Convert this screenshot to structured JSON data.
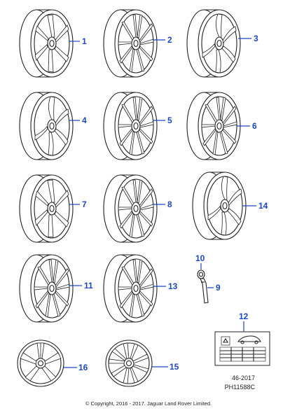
{
  "callouts": {
    "w1": "1",
    "w2": "2",
    "w3": "3",
    "w4": "4",
    "w5": "5",
    "w6": "6",
    "w7": "7",
    "w8": "8",
    "w14": "14",
    "w10": "10",
    "w9": "9",
    "w11": "11",
    "w13": "13",
    "w12": "12",
    "w16": "16",
    "w15": "15"
  },
  "footer": {
    "ref_code": "46-2017",
    "part_number": "PH11588C",
    "copyright": "© Copyright, 2016 - 2017. Jaguar Land Rover Limited."
  },
  "colors": {
    "callout": "#1a47c9",
    "line": "#222222"
  }
}
